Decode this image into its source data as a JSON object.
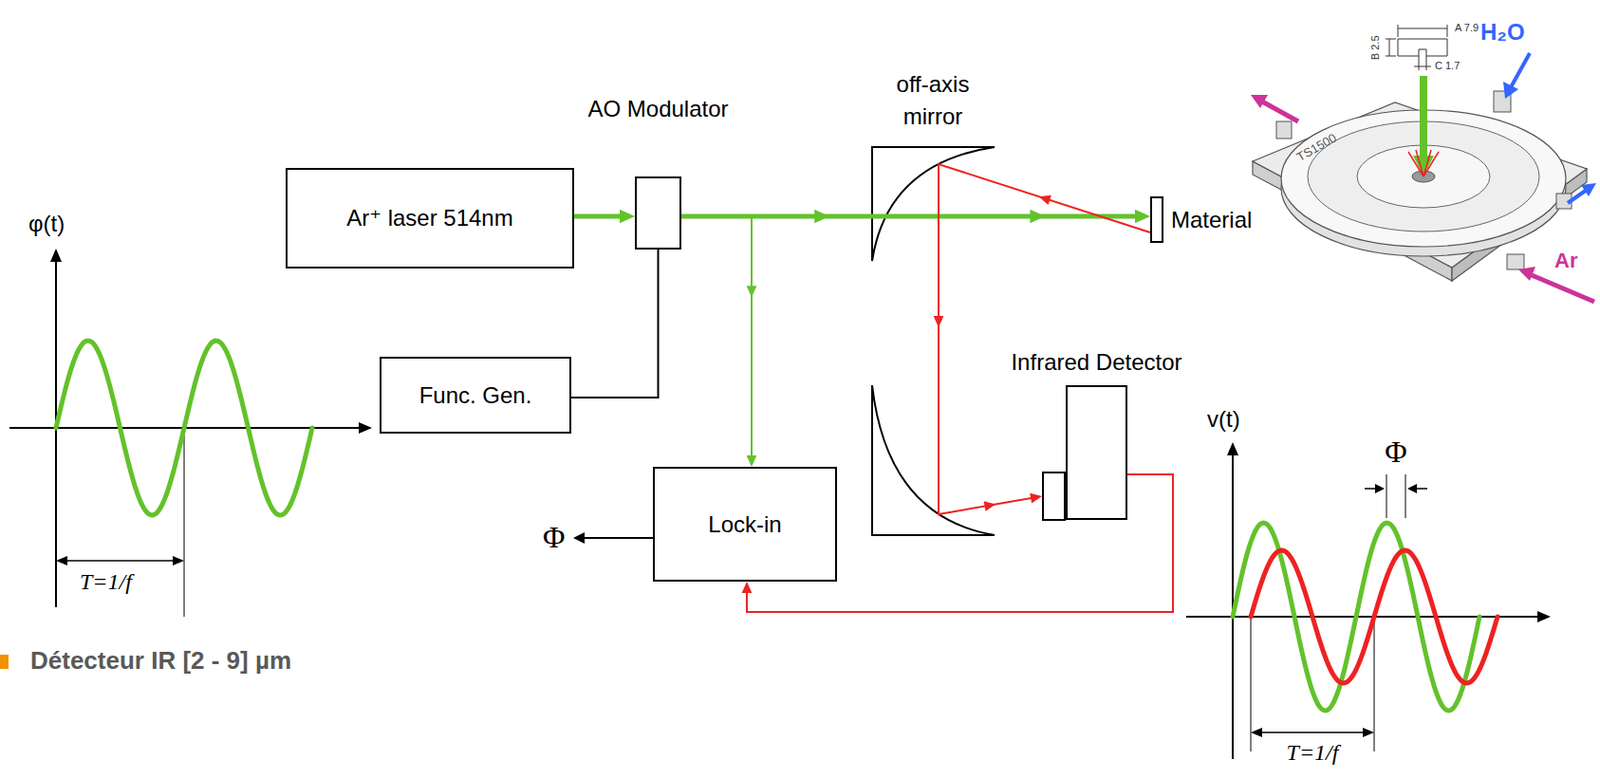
{
  "diagram": {
    "nodes": [
      {
        "text": [
          "Ar⁺ laser 514nm"
        ]
      },
      {
        "text": [
          "AO Modulator"
        ]
      },
      {
        "text": [
          "Material"
        ]
      },
      {
        "text": [
          "Func. Gen."
        ]
      },
      {
        "text": [
          "Lock-in"
        ]
      },
      {
        "text": [
          "Infrared Detector"
        ]
      }
    ],
    "edges": [
      {
        "from": 0,
        "to": 1,
        "arrow": "to"
      },
      {
        "from": 1,
        "to": 2,
        "arrow": "to"
      },
      {
        "from": 3,
        "to": 1,
        "arrow": "none"
      },
      {
        "from": 1,
        "to": 4,
        "arrow": "to"
      },
      {
        "from": 2,
        "to": 5,
        "arrow": "to"
      },
      {
        "from": 5,
        "to": 4,
        "arrow": "to"
      }
    ],
    "labels": [
      "off-axis mirror",
      "φ(t)",
      "T=1/f",
      "Φ",
      "v(t)",
      "Φ",
      "T=1/f",
      "Détecteur IR [2 - 9] µm",
      "B 2.5",
      "A 7.9",
      "C 1.7",
      "H₂O",
      "Ar",
      "TS1500"
    ]
  }
}
